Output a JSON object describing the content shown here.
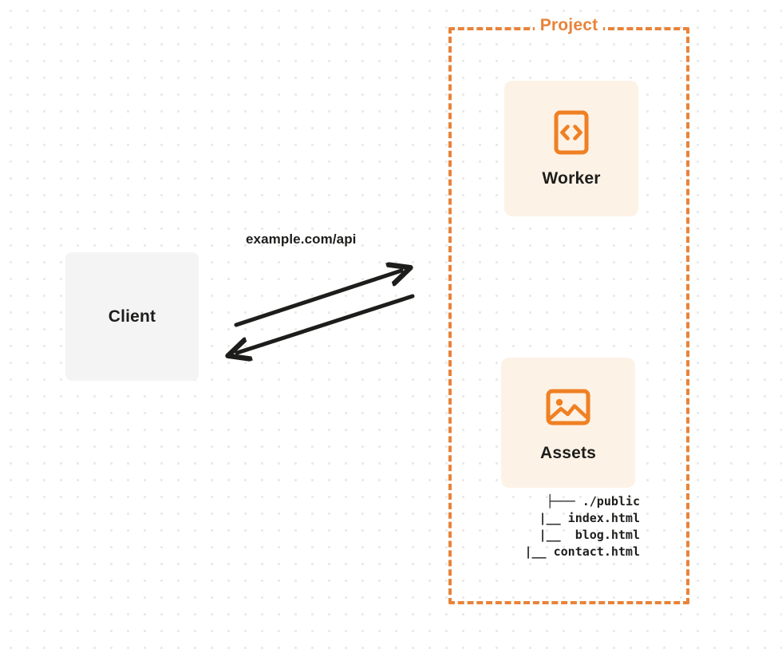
{
  "diagram": {
    "background": "#ffffff",
    "dot_color": "#e9e9e9",
    "accent_color": "#e8833a",
    "text_color": "#1d1d1b",
    "card_bg": "#fdf2e6",
    "client_bg": "#f4f4f5"
  },
  "client": {
    "label": "Client",
    "icon": "none"
  },
  "project": {
    "title": "Project",
    "nodes": [
      {
        "label": "Worker",
        "icon": "code-brackets-icon"
      },
      {
        "label": "Assets",
        "icon": "image-picture-icon"
      }
    ],
    "file_tree": {
      "lines": [
        "├─── ./public",
        "   |__ index.html",
        "   |__  blog.html",
        "|__ contact.html"
      ],
      "root": "./public",
      "files": [
        "index.html",
        "blog.html",
        "contact.html"
      ]
    }
  },
  "connection": {
    "label": "example.com/api",
    "direction": "bidirectional",
    "request_arrow": "client-to-project",
    "response_arrow": "project-to-client"
  }
}
